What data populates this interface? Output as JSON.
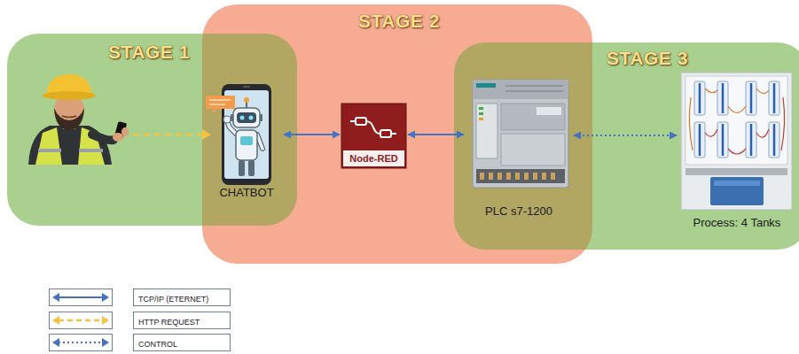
{
  "diagram": {
    "nodes": [
      {
        "text": [
          "STAGE 1"
        ]
      },
      {
        "text": [
          "STAGE 2"
        ]
      },
      {
        "text": [
          "STAGE 3"
        ]
      },
      {
        "text": [
          "CHATBOT"
        ],
        "in": 0
      },
      {
        "text": [
          "Node-RED"
        ],
        "in": 1
      },
      {
        "text": [
          "PLC s7-1200"
        ],
        "in": 2
      },
      {
        "text": [
          "Process: 4 Tanks"
        ],
        "in": 2
      }
    ],
    "edges": [
      {
        "from": 3,
        "to": 4,
        "arrow": "both"
      },
      {
        "from": 4,
        "to": 5,
        "arrow": "both"
      },
      {
        "from": 5,
        "to": 6,
        "arrow": "both"
      }
    ],
    "legend": [
      {
        "text": "TCP/IP (ETERNET)"
      },
      {
        "text": "HTTP REQUEST"
      },
      {
        "text": "CONTROL"
      }
    ]
  }
}
